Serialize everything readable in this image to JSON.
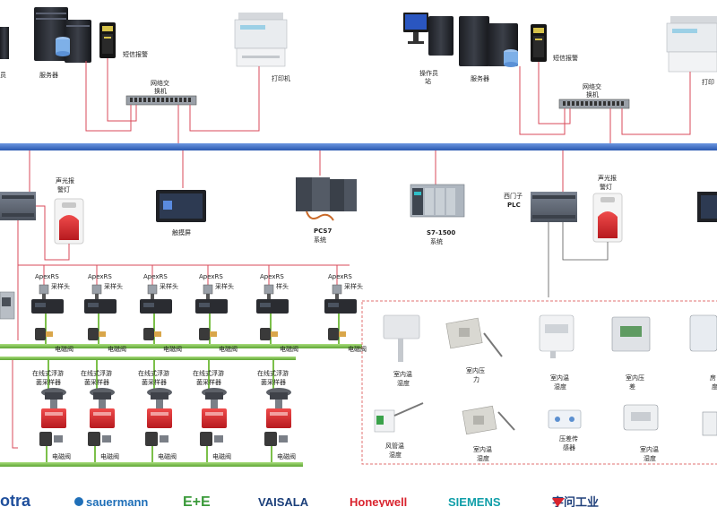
{
  "labels": {
    "operator_left_tail": "员",
    "server": "服务器",
    "sms_alarm": "短信报警",
    "network_switch_line1": "网络交",
    "network_switch_line2": "换机",
    "printer": "打印机",
    "printer_right_cut": "打印",
    "operator_line1": "操作员",
    "operator_line2": "站",
    "beacon_line1": "声光报",
    "beacon_line2": "警灯",
    "touchscreen": "触摸屏",
    "pcs7_line1": "PCS7",
    "pcs7_line2": "系统",
    "s71500_line1": "S7-1500",
    "s71500_line2": "系统",
    "siemens_plc_line1": "西门子",
    "siemens_plc_line2": "PLC",
    "apexrs": "ApexRS",
    "sample_head": "采样头",
    "sample_head_cut": "样头",
    "solenoid_valve": "电磁阀",
    "sampler_line1": "在线式浮游",
    "sampler_line2": "菌采样器",
    "sensor_th1_l1": "室内温",
    "sensor_th1_l2": "湿度",
    "sensor_p_l1": "室内压",
    "sensor_p_l2": "力",
    "sensor_th2_l1": "室内温",
    "sensor_th2_l2": "湿度",
    "sensor_dp_l1": "室内压",
    "sensor_dp_l2": "差",
    "sensor_cut_l1": "房",
    "sensor_cut_l2": "度",
    "duct_th_l1": "风管温",
    "duct_th_l2": "湿度",
    "sensor_th3_l1": "室内温",
    "sensor_th3_l2": "湿度",
    "dp_sensor_l1": "压差传",
    "dp_sensor_l2": "感器",
    "sensor_th4_l1": "室内温",
    "sensor_th4_l2": "湿度"
  },
  "brands": [
    {
      "name": "otra",
      "color": "#1f4f9c"
    },
    {
      "name": "sauermann",
      "color": "#1f6fb8"
    },
    {
      "name": "E+E",
      "color": "#3a9a3a"
    },
    {
      "name": "VAISALA",
      "color": "#1b3f7a"
    },
    {
      "name": "Honeywell",
      "color": "#d9232e"
    },
    {
      "name": "SIEMENS",
      "color": "#0f9ea8"
    },
    {
      "name": "宇问工业",
      "color": "#1f3f7a"
    }
  ],
  "colors": {
    "network_bus": "#3a6fc8",
    "signal_line": "#d94a5a",
    "pipe": "#7cc04a",
    "sensor_box_border": "#e07070",
    "plc_gray": "#5a6270",
    "sampler_red": "#d8262e"
  }
}
